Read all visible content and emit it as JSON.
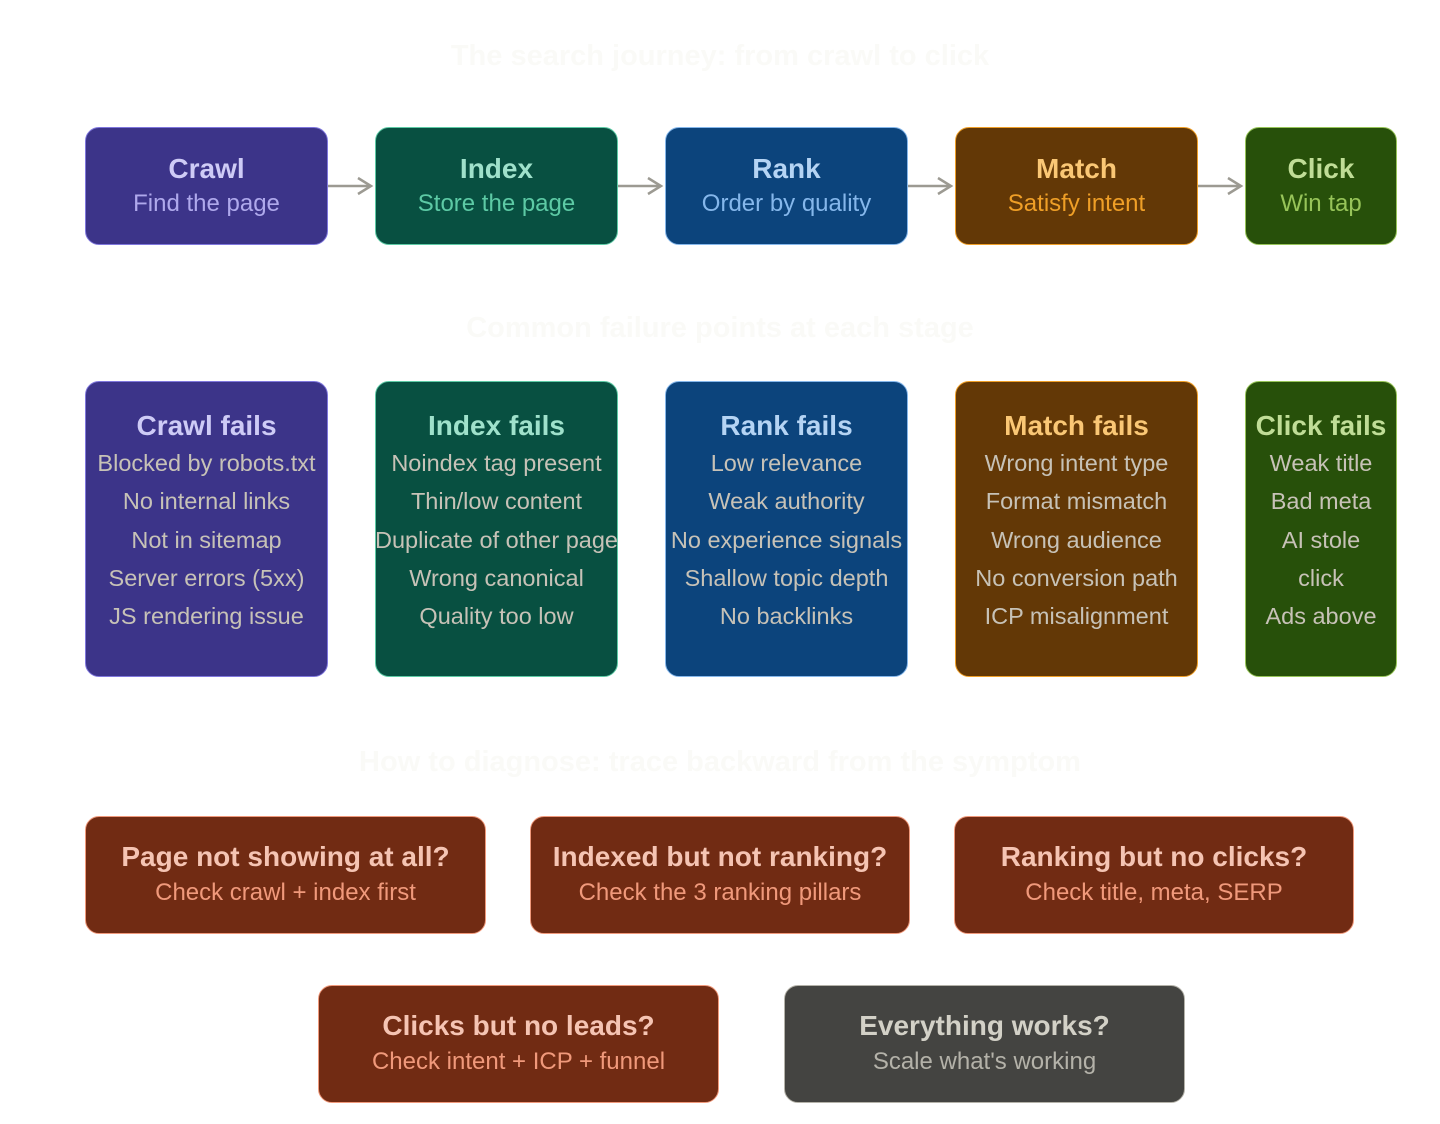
{
  "sections": {
    "journey_title": "The search journey: from crawl to click",
    "failures_title": "Common failure points at each stage",
    "diagnose_title": "How to diagnose: trace backward from the symptom"
  },
  "stages": [
    {
      "title": "Crawl",
      "subtitle": "Find the page",
      "bg": "#3c3489",
      "border": "#7f77dd",
      "title_color": "#cecbf6",
      "sub_color": "#afa9ec"
    },
    {
      "title": "Index",
      "subtitle": "Store the page",
      "bg": "#085041",
      "border": "#5dcaa5",
      "title_color": "#9fe1cb",
      "sub_color": "#5dcaa5"
    },
    {
      "title": "Rank",
      "subtitle": "Order by quality",
      "bg": "#0c447c",
      "border": "#85b7eb",
      "title_color": "#b5d4f4",
      "sub_color": "#85b7eb"
    },
    {
      "title": "Match",
      "subtitle": "Satisfy intent",
      "bg": "#633806",
      "border": "#ef9f27",
      "title_color": "#fac775",
      "sub_color": "#ef9f27"
    },
    {
      "title": "Click",
      "subtitle": "Win tap",
      "bg": "#27500a",
      "border": "#97c459",
      "title_color": "#c0dd97",
      "sub_color": "#97c459"
    }
  ],
  "failures": [
    {
      "title": "Crawl fails",
      "items": [
        "Blocked by robots.txt",
        "No internal links",
        "Not in sitemap",
        "Server errors (5xx)",
        "JS rendering issue"
      ]
    },
    {
      "title": "Index fails",
      "items": [
        "Noindex tag present",
        "Thin/low content",
        "Duplicate of other page",
        "Wrong canonical",
        "Quality too low"
      ]
    },
    {
      "title": "Rank fails",
      "items": [
        "Low relevance",
        "Weak authority",
        "No experience signals",
        "Shallow topic depth",
        "No backlinks"
      ]
    },
    {
      "title": "Match fails",
      "items": [
        "Wrong intent type",
        "Format mismatch",
        "Wrong audience",
        "No conversion path",
        "ICP misalignment"
      ]
    },
    {
      "title": "Click fails",
      "items": [
        "Weak title",
        "Bad meta",
        "AI stole",
        "click",
        "Ads above"
      ]
    }
  ],
  "diagnostics": [
    {
      "question": "Page not showing at all?",
      "action": "Check crawl + index first",
      "bg": "#712b13",
      "border": "#f0997b",
      "q_color": "#f5c4b3",
      "a_color": "#f0997b"
    },
    {
      "question": "Indexed but not ranking?",
      "action": "Check the 3 ranking pillars",
      "bg": "#712b13",
      "border": "#f0997b",
      "q_color": "#f5c4b3",
      "a_color": "#f0997b"
    },
    {
      "question": "Ranking but no clicks?",
      "action": "Check title, meta, SERP",
      "bg": "#712b13",
      "border": "#f0997b",
      "q_color": "#f5c4b3",
      "a_color": "#f0997b"
    },
    {
      "question": "Clicks but no leads?",
      "action": "Check intent + ICP + funnel",
      "bg": "#712b13",
      "border": "#f0997b",
      "q_color": "#f5c4b3",
      "a_color": "#f0997b"
    },
    {
      "question": "Everything works?",
      "action": "Scale what's working",
      "bg": "#444441",
      "border": "#b4b2a9",
      "q_color": "#d3d1c7",
      "a_color": "#b4b2a9"
    }
  ],
  "arrow_color": "#9c9a92"
}
